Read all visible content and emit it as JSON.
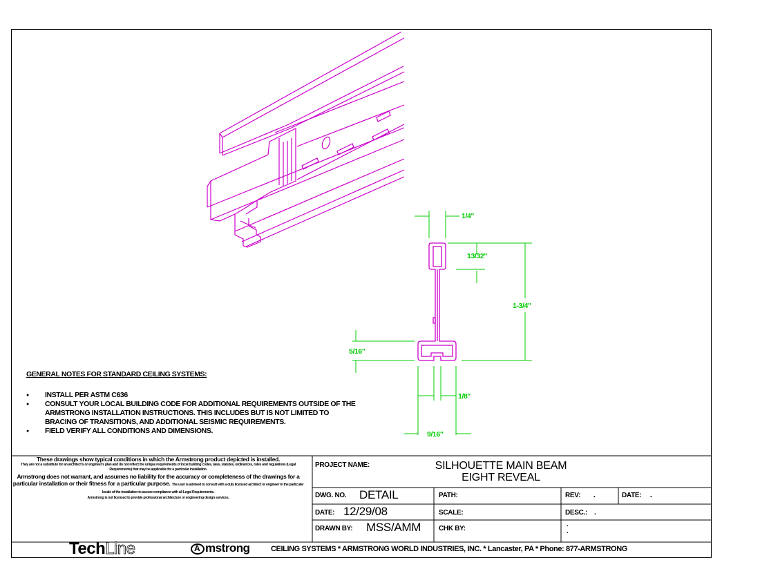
{
  "colors": {
    "beam": "#cc00cc",
    "dimension": "#00cc00",
    "border": "#000000"
  },
  "dimensions": {
    "top_flange_width": "1/4\"",
    "bulb_height": "13/32\"",
    "overall_height": "1-3/4\"",
    "bottom_height": "5/16\"",
    "reveal_width": "1/8\"",
    "flange_width": "9/16\""
  },
  "notes": {
    "title": "GENERAL NOTES FOR STANDARD CEILING SYSTEMS:",
    "items": [
      "INSTALL PER ASTM C636",
      "CONSULT YOUR LOCAL BUILDING CODE FOR ADDITIONAL REQUIREMENTS OUTSIDE OF THE ARMSTRONG INSTALLATION INSTRUCTIONS. THIS INCLUDES BUT IS NOT LIMITED TO BRACING OF TRANSITIONS, AND ADDITIONAL SEISMIC REQUIREMENTS.",
      "FIELD VERIFY ALL CONDITIONS AND DIMENSIONS."
    ]
  },
  "disclaimer": {
    "line1": "These drawings show typical conditions in which the Armstrong product depicted is installed.",
    "line2": "They are not a substitute for an architect's or engineer's plan and do not reflect the unique requirements of local building codes, laws, statutes, ordinances, rules and regulations (Legal Requirements) that may be applicable for a particular installation.",
    "line3": "Armstrong does not warrant, and assumes no liability for the accuracy or completeness of the drawings for a particular installation or their fitness for a particular purpose.",
    "line4": "The user is advised to consult with a duly licensed architect or engineer in the particular locale of the installation to assure compliance with all Legal Requirements.",
    "line5": "Armstrong is not licensed to provide professional architecture or engineering design services."
  },
  "title_block": {
    "project_label": "PROJECT NAME:",
    "project_line1": "SILHOUETTE MAIN BEAM",
    "project_line2": "EIGHT REVEAL",
    "dwg_label": "DWG. NO.",
    "dwg_value": "DETAIL",
    "path_label": "PATH:",
    "rev_label": "REV:",
    "rev_value": ".",
    "date2_label": "DATE:",
    "date2_value": ".",
    "date_label": "DATE:",
    "date_value": "12/29/08",
    "scale_label": "SCALE:",
    "desc_label": "DESC.:",
    "desc_value": ".",
    "drawn_label": "DRAWN BY:",
    "drawn_value": "MSS/AMM",
    "chk_label": "CHK BY:",
    "extra_dot1": ".",
    "extra_dot2": "."
  },
  "footer": {
    "techline_a": "Tech",
    "techline_b": "Line",
    "brand": "mstrong",
    "brand_initial": "A",
    "company": "CEILING SYSTEMS * ARMSTRONG WORLD INDUSTRIES, INC. * Lancaster, PA * Phone: 877-ARMSTRONG"
  }
}
